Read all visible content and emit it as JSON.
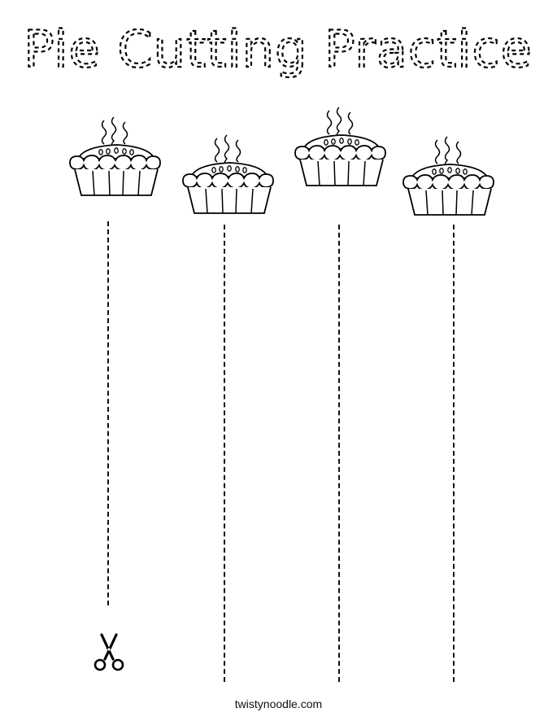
{
  "title": "Pie Cutting Practice",
  "footer": "twistynoodle.com",
  "pies": [
    {
      "name": "pie-1"
    },
    {
      "name": "pie-2"
    },
    {
      "name": "pie-3"
    },
    {
      "name": "pie-4"
    }
  ],
  "icons": {
    "scissors": "scissors-icon",
    "pie": "pie-icon"
  },
  "colors": {
    "ink": "#000000",
    "paper": "#ffffff"
  }
}
